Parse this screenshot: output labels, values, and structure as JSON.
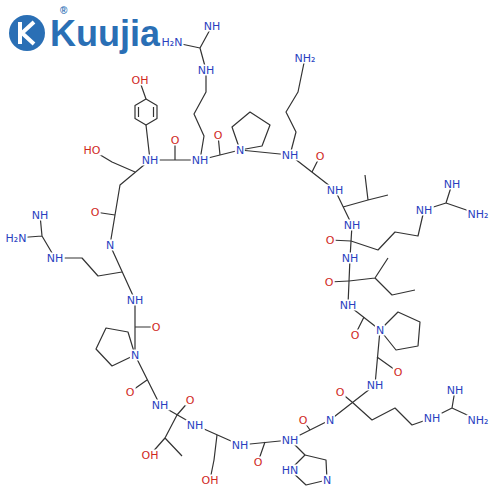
{
  "diagram": {
    "labels": [
      "Kuujia",
      "®",
      "NH",
      "H₂N",
      "NH",
      "NH₂",
      "OH",
      "O",
      "O",
      "NH",
      "NH",
      "N",
      "NH",
      "O",
      "NH",
      "HO",
      "NH",
      "NH",
      "NH₂",
      "NH",
      "O",
      "NH",
      "O",
      "H₂N",
      "N",
      "NH",
      "NH",
      "O",
      "NH",
      "NH",
      "O",
      "O",
      "N",
      "N",
      "O",
      "NH",
      "NH",
      "O",
      "O",
      "O",
      "NH",
      "N",
      "NH",
      "NH₂",
      "NH",
      "NH",
      "NH",
      "O",
      "OH",
      "O",
      "OH",
      "N",
      "HN"
    ]
  }
}
